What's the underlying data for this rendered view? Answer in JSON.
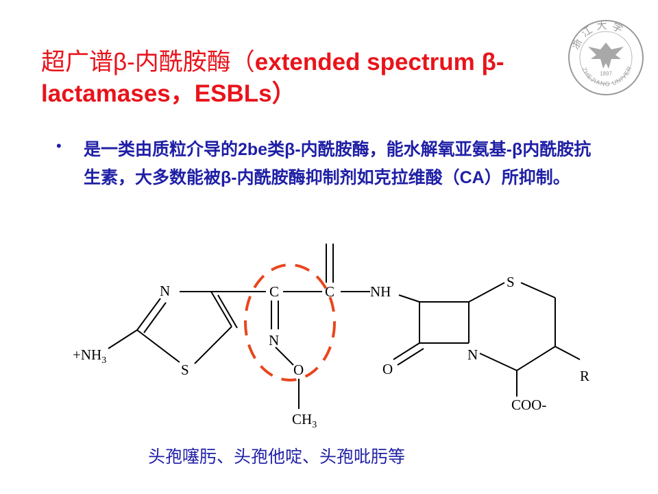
{
  "slide": {
    "title_zh": "超广谱β-内酰胺酶（",
    "title_en_1": "extended spectrum β-",
    "title_en_2": "lactamases，ESBLs）",
    "bullet_text": "是一类由质粒介导的2be类β-内酰胺酶，能水解氧亚氨基-β内酰胺抗生素，大多数能被β-内酰胺酶抑制剂如克拉维酸（CA）所抑制。",
    "seal_text": "浙江大学",
    "seal_year": "1897",
    "seal_univ": "ZHEJIANG UNIVERSITY",
    "caption": "头孢噻肟、头孢他啶、头孢吡肟等",
    "colors": {
      "title": "#e8141b",
      "body": "#1f1fa6",
      "highlight": "#e8461e"
    }
  },
  "structure": {
    "atoms": {
      "n_thiazole": "N",
      "s_thiazole": "S",
      "nh3_plus": "+NH",
      "nh3_sub": "3",
      "c1": "C",
      "c2": "C",
      "nh": "NH",
      "n_oxime": "N",
      "o_oxime": "O",
      "ch3": "CH",
      "ch3_sub": "3",
      "s_ring": "S",
      "n_ring": "N",
      "o_lactam": "O",
      "r_group": "R",
      "coo": "COO-"
    }
  }
}
